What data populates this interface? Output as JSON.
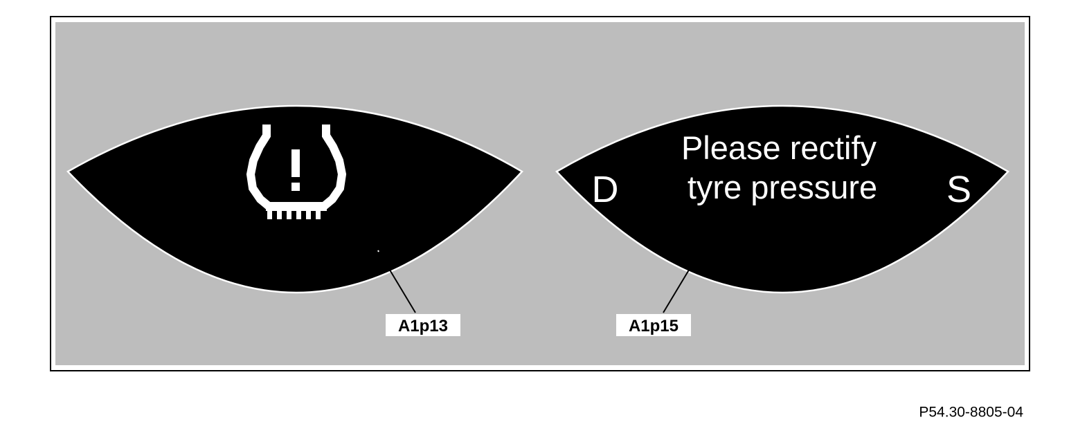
{
  "figure": {
    "left_display": {
      "icon": "tire-pressure-warning-icon",
      "callout_label": "A1p13"
    },
    "right_display": {
      "message_line1": "Please rectify",
      "message_line2": "tyre pressure",
      "gear_left": "D",
      "gear_right": "S",
      "callout_label": "A1p15"
    },
    "figure_code": "P54.30-8805-04"
  },
  "colors": {
    "panel_background": "#bdbdbd",
    "display_background": "#000000",
    "display_text": "#ffffff",
    "frame_border": "#000000",
    "callout_label_background": "#ffffff"
  }
}
